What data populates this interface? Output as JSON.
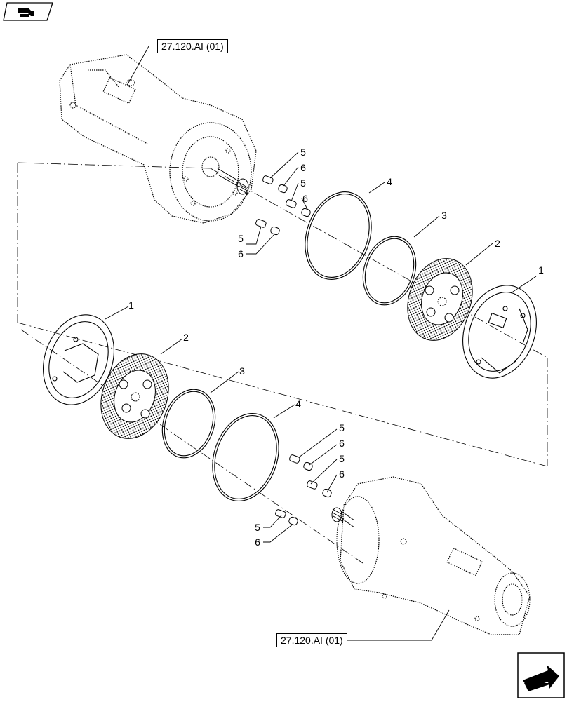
{
  "references": {
    "top": "27.120.AI (01)",
    "bottom": "27.120.AI (01)"
  },
  "callouts": {
    "top_set": {
      "c5a": "5",
      "c6a": "6",
      "c5b": "5",
      "c6b": "6",
      "c5c": "5",
      "c6c": "6",
      "c4": "4",
      "c3": "3",
      "c2": "2",
      "c1": "1"
    },
    "bottom_set": {
      "c1": "1",
      "c2": "2",
      "c3": "3",
      "c4": "4",
      "c5a": "5",
      "c6a": "6",
      "c5b": "5",
      "c6b": "6",
      "c5c": "5",
      "c6c": "6"
    }
  },
  "icons": {
    "top_left": "catalog-back-icon",
    "bottom_right": "next-page-arrow-icon"
  },
  "colors": {
    "line": "#000000",
    "background": "#ffffff"
  }
}
